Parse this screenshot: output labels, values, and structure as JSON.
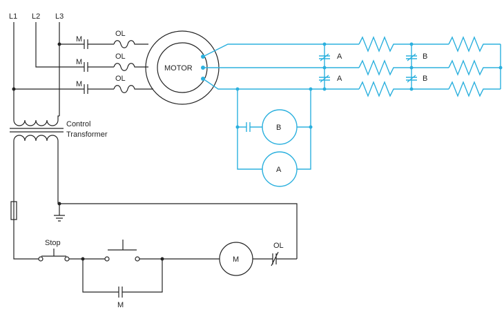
{
  "line_labels": {
    "l1": "L1",
    "l2": "L2",
    "l3": "L3"
  },
  "main_contacts": {
    "m1": "M",
    "m2": "M",
    "m3": "M"
  },
  "overloads": {
    "ol1": "OL",
    "ol2": "OL",
    "ol3": "OL"
  },
  "motor": {
    "label": "MOTOR"
  },
  "transformer": {
    "line1": "Control",
    "line2": "Transformer"
  },
  "contactor_a": {
    "top": "A",
    "bottom": "A",
    "coil": "A"
  },
  "contactor_b": {
    "top": "B",
    "bottom": "B",
    "coil": "B"
  },
  "control_circuit": {
    "stop": "Stop",
    "coil_m": "M",
    "ol_contact": "OL",
    "holding_contact": "M"
  },
  "colors": {
    "power": "#222222",
    "secondary_circuit": "#2bb0de"
  }
}
